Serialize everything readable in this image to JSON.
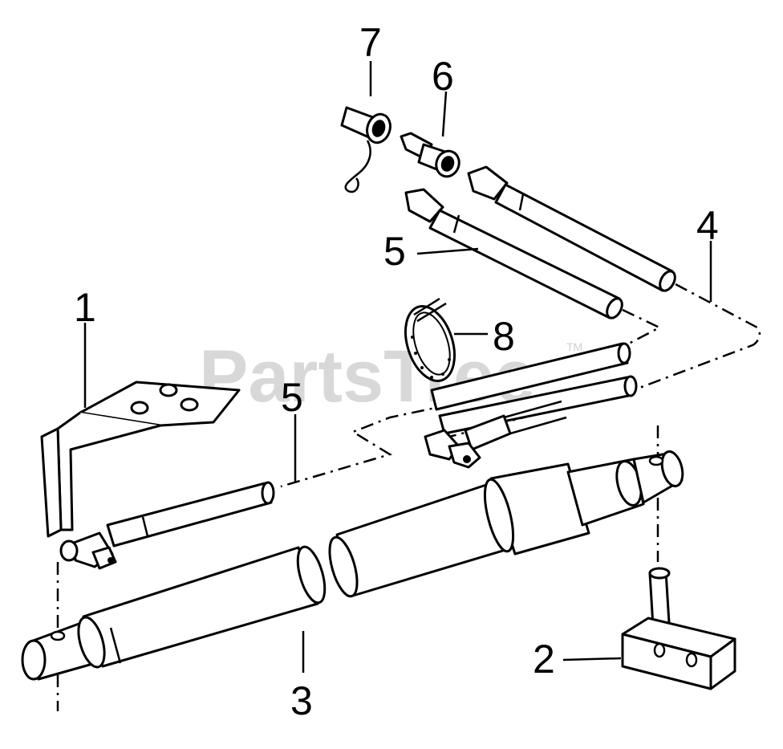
{
  "watermark": {
    "text": "PartsTree",
    "trademark": "TM"
  },
  "callouts": [
    {
      "id": "1",
      "label": "1"
    },
    {
      "id": "2",
      "label": "2"
    },
    {
      "id": "3",
      "label": "3"
    },
    {
      "id": "4",
      "label": "4"
    },
    {
      "id": "5a",
      "label": "5"
    },
    {
      "id": "5b",
      "label": "5"
    },
    {
      "id": "6",
      "label": "6"
    },
    {
      "id": "7",
      "label": "7"
    },
    {
      "id": "8",
      "label": "8"
    }
  ],
  "colors": {
    "ink": "#000000",
    "paper": "#ffffff",
    "watermark": "#d8d8d8"
  }
}
